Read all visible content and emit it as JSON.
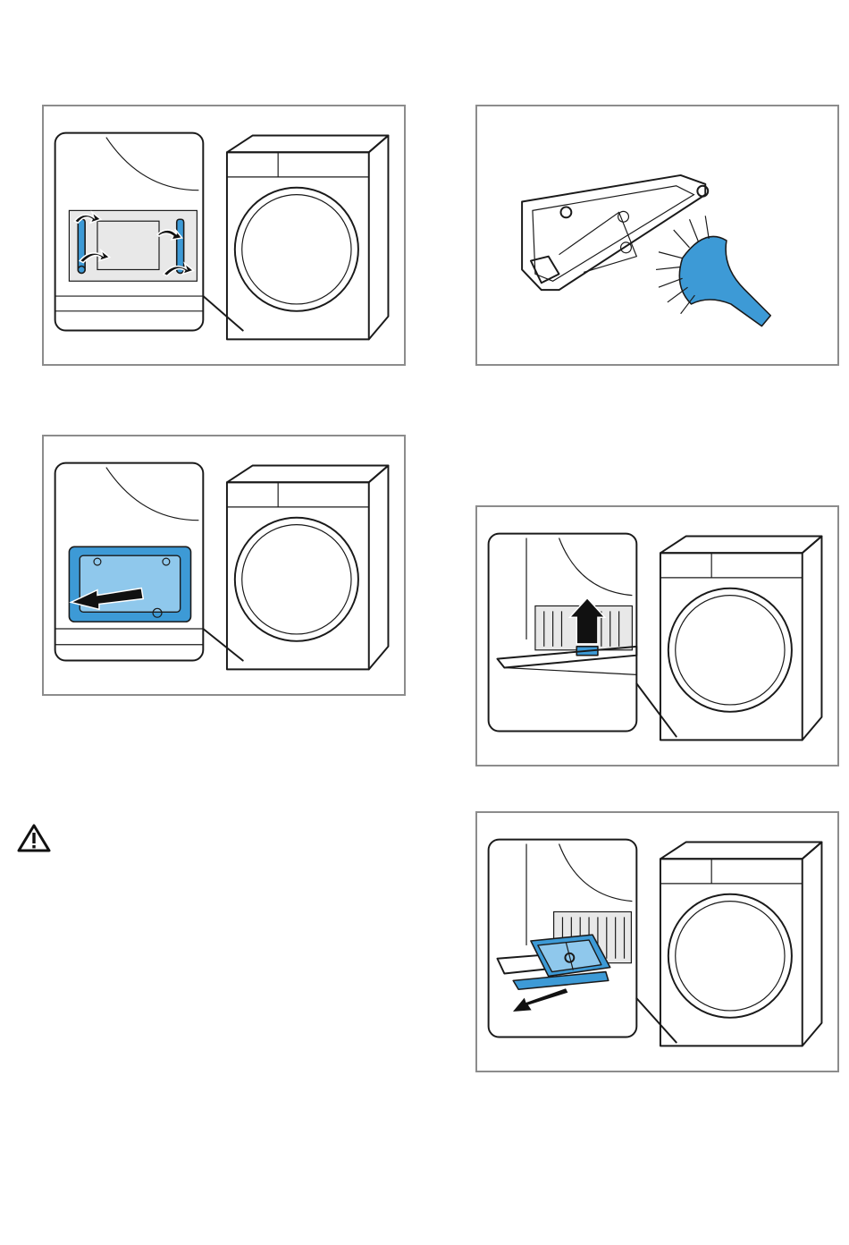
{
  "colors": {
    "accent_blue": "#3d9ad6",
    "frame_grey": "#8c8c8c",
    "line": "#1a1a1a"
  },
  "figures": [
    {
      "id": "panel-1",
      "depicts": "dryer-with-zoom-inset-release-latches"
    },
    {
      "id": "panel-2",
      "depicts": "brush-cleaning-filter-frame"
    },
    {
      "id": "panel-3",
      "depicts": "dryer-with-zoom-inset-remove-cover"
    },
    {
      "id": "panel-4",
      "depicts": "dryer-with-zoom-inset-lift-filter"
    },
    {
      "id": "panel-5",
      "depicts": "dryer-with-zoom-inset-pull-out-filter"
    }
  ],
  "warning": {
    "icon": "warning-triangle-icon"
  }
}
